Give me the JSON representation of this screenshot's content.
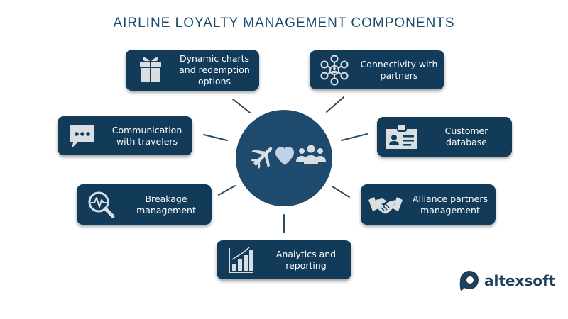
{
  "title": "AIRLINE LOYALTY MANAGEMENT COMPONENTS",
  "colors": {
    "card": "#113b59",
    "hub": "#1e4a6d",
    "icon": "#d9dee3",
    "title": "#1d4b69",
    "connector": "#2c4a61"
  },
  "components": [
    {
      "label": "Dynamic charts\nand redemption\noptions",
      "icon": "gift-icon"
    },
    {
      "label": "Connectivity with\npartners",
      "icon": "network-icon"
    },
    {
      "label": "Communication\nwith travelers",
      "icon": "chat-bubble-icon"
    },
    {
      "label": "Customer\ndatabase",
      "icon": "id-card-icon"
    },
    {
      "label": "Breakage\nmanagement",
      "icon": "magnifier-pulse-icon"
    },
    {
      "label": "Alliance partners\nmanagement",
      "icon": "handshake-icon"
    },
    {
      "label": "Analytics and\nreporting",
      "icon": "bar-chart-icon"
    }
  ],
  "hub_icons": [
    "airplane-icon",
    "heart-icon",
    "people-icon"
  ],
  "logo": {
    "text": "altexsoft",
    "icon": "altexsoft-logo-icon"
  }
}
